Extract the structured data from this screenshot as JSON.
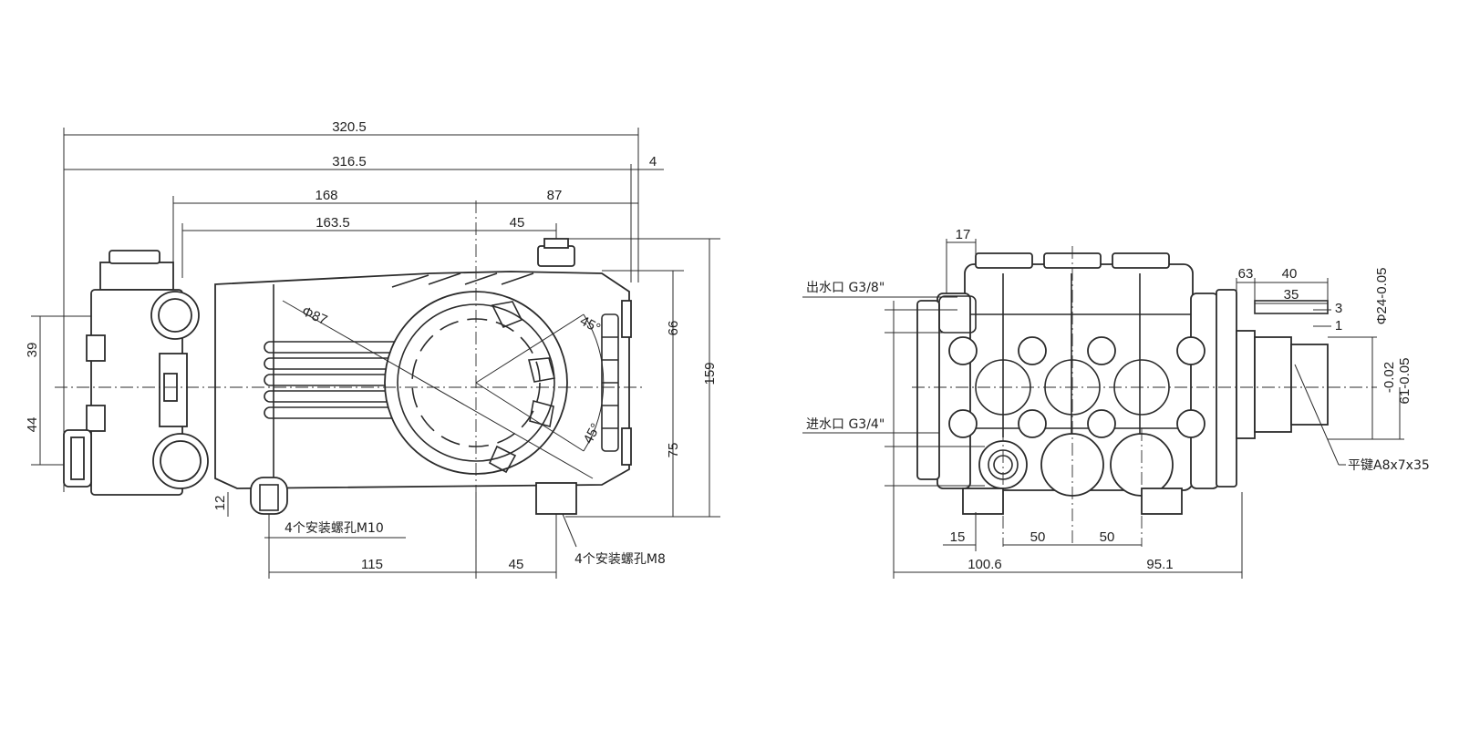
{
  "side_view": {
    "dims": {
      "overall_a": "320.5",
      "overall_b": "316.5",
      "gap": "4",
      "crank_left": "168",
      "crank_right": "87",
      "bolt_left": "163.5",
      "bolt_right": "45",
      "height_upper": "66",
      "height_total": "159",
      "height_lower": "75",
      "left_upper": "39",
      "left_lower": "44",
      "foot": "12",
      "base_left": "115",
      "base_right": "45",
      "circle_dia": "Φ87",
      "angle_top": "45°",
      "angle_bottom": "45°"
    },
    "notes": {
      "m10": "4个安装螺孔M10",
      "m8": "4个安装螺孔M8"
    }
  },
  "front_view": {
    "dims": {
      "top_17": "17",
      "d63": "63",
      "d40": "40",
      "d35": "35",
      "d3": "3",
      "d1": "1",
      "shaft_dia": "Φ24-0.05",
      "tol_a": "-0.02",
      "tol_b": "61-0.05",
      "bottom_15": "15",
      "pitch_a": "50",
      "pitch_b": "50",
      "left_width": "100.6",
      "right_width": "95.1"
    },
    "labels": {
      "outlet": "出水口 G3/8\"",
      "inlet": "进水口 G3/4\"",
      "key": "平键A8x7x35"
    }
  }
}
